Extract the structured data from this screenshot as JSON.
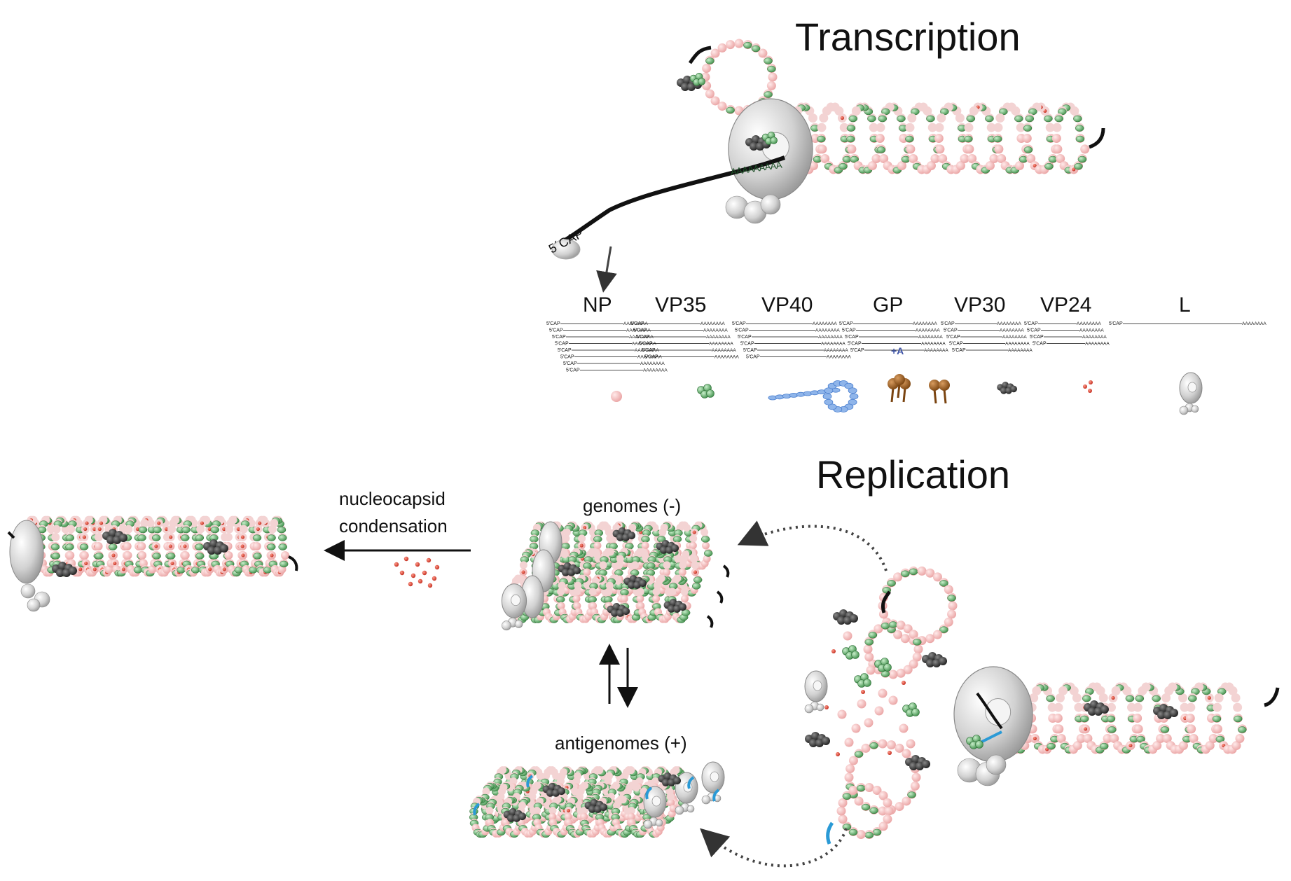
{
  "titles": {
    "transcription": "Transcription",
    "replication": "Replication"
  },
  "labels": {
    "cap": "5´CAP",
    "polyA": "AAAAAAAAA",
    "condensation_line1": "nucleocapsid",
    "condensation_line2": "condensation",
    "genomes": "genomes (-)",
    "antigenomes": "antigenomes (+)",
    "editing": "+A"
  },
  "genes": [
    "NP",
    "VP35",
    "VP40",
    "GP",
    "VP30",
    "VP24",
    "L"
  ],
  "mrna": {
    "cap_label": "5'CAP",
    "tail_label": "AAAAAAAA",
    "counts": [
      8,
      6,
      6,
      5,
      5,
      4,
      1
    ]
  },
  "colors": {
    "np": "#f7c1c1",
    "np_dark": "#e89b9b",
    "vp35": "#5aa865",
    "vp35_light": "#a6d8a9",
    "vp30": "#3b3b3b",
    "vp24": "#d63a2a",
    "l": "#cfcfcf",
    "vp40": "#4a7fcf",
    "gp": "#9a5a1e",
    "rna": "#111111",
    "leader": "#2a9ad6"
  }
}
